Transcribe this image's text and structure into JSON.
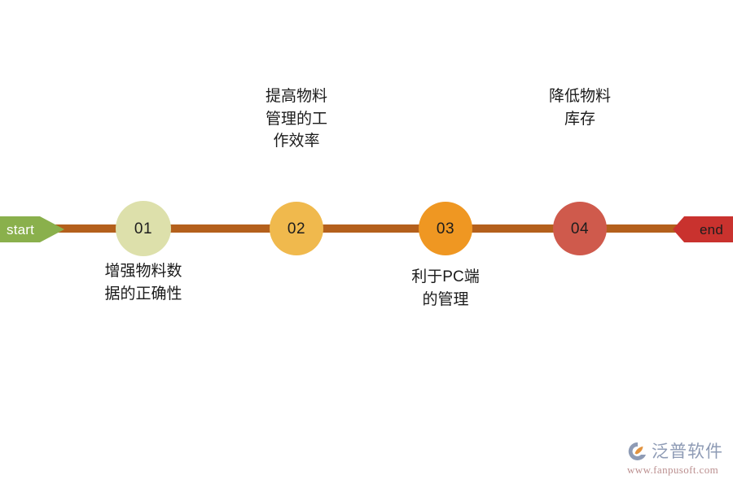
{
  "diagram": {
    "type": "horizontal-milestone-timeline",
    "background_color": "#ffffff",
    "rail_color": "#b4601c",
    "start_marker": {
      "label": "start",
      "color": "#8ab04c",
      "text_color": "#ffffff",
      "direction": "right"
    },
    "end_marker": {
      "label": "end",
      "color": "#c9322e",
      "text_color": "#1d1d1d",
      "direction": "left"
    },
    "steps": [
      {
        "number": "01",
        "color": "#dde0ab",
        "caption": "增强物料数\n据的正确性",
        "caption_position": "below"
      },
      {
        "number": "02",
        "color": "#f0b94d",
        "caption": "提高物料\n管理的工\n作效率",
        "caption_position": "above"
      },
      {
        "number": "03",
        "color": "#ef9722",
        "caption": "利于PC端\n的管理",
        "caption_position": "below"
      },
      {
        "number": "04",
        "color": "#cf5a4c",
        "caption": "降低物料\n库存",
        "caption_position": "above"
      }
    ]
  },
  "watermark": {
    "icon": "fanpu-logo-icon",
    "brand": "泛普软件",
    "brand_color": "#8e9bb5",
    "url": "www.fanpusoft.com",
    "url_color": "#bb8f8f"
  }
}
